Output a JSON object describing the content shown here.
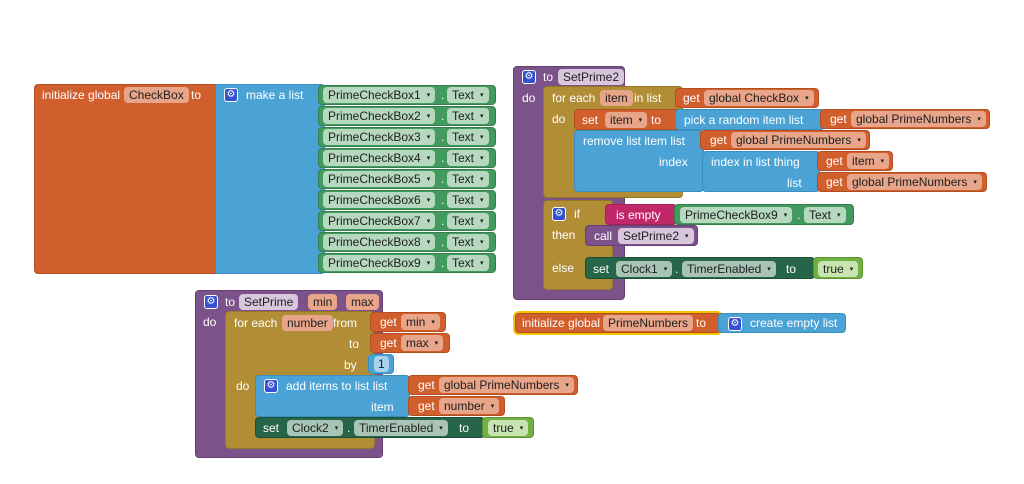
{
  "colors": {
    "variables": "#d05f2d",
    "lists": "#4aa3d4",
    "components": "#439a5e",
    "control": "#b18e35",
    "procedures": "#7c528a",
    "setter": "#266548",
    "text": "#c0286a",
    "logic": "#72b043",
    "selection": "#f7c400"
  },
  "init_checkbox": {
    "label_initialize": "initialize global",
    "var_name": "CheckBox",
    "label_to": "to",
    "make_list": "make a list",
    "items": [
      {
        "component": "PrimeCheckBox1",
        "property": "Text"
      },
      {
        "component": "PrimeCheckBox2",
        "property": "Text"
      },
      {
        "component": "PrimeCheckBox3",
        "property": "Text"
      },
      {
        "component": "PrimeCheckBox4",
        "property": "Text"
      },
      {
        "component": "PrimeCheckBox5",
        "property": "Text"
      },
      {
        "component": "PrimeCheckBox6",
        "property": "Text"
      },
      {
        "component": "PrimeCheckBox7",
        "property": "Text"
      },
      {
        "component": "PrimeCheckBox8",
        "property": "Text"
      },
      {
        "component": "PrimeCheckBox9",
        "property": "Text"
      }
    ],
    "dot": "."
  },
  "setprime2": {
    "to": "to",
    "name": "SetPrime2",
    "do": "do",
    "for_each": "for each",
    "loop_var": "item",
    "in_list": "in list",
    "get": "get",
    "global_checkbox": "global CheckBox",
    "inner_do": "do",
    "set": "set",
    "set_var": "item",
    "set_to": "to",
    "pick_random": "pick a random item  list",
    "global_primes": "global PrimeNumbers",
    "remove_item": "remove list item  list",
    "index": "index",
    "index_in_list": "index in list  thing",
    "list": "list",
    "get_item": "item",
    "if": "if",
    "is_empty": "is empty",
    "cb9": "PrimeCheckBox9",
    "text_prop": "Text",
    "then": "then",
    "call": "call",
    "call_name": "SetPrime2",
    "else": "else",
    "clock": "Clock1",
    "timer": "TimerEnabled",
    "true": "true"
  },
  "init_primes": {
    "label_initialize": "initialize global",
    "var_name": "PrimeNumbers",
    "label_to": "to",
    "create_empty": "create empty list"
  },
  "setprime": {
    "to": "to",
    "name": "SetPrime",
    "param1": "min",
    "param2": "max",
    "do": "do",
    "for_each": "for each",
    "loop_var": "number",
    "from": "from",
    "get": "get",
    "min": "min",
    "to_label": "to",
    "max": "max",
    "by": "by",
    "step": "1",
    "inner_do": "do",
    "add_items": "add items to list   list",
    "global_primes": "global PrimeNumbers",
    "item": "item",
    "number": "number",
    "set": "set",
    "clock": "Clock2",
    "timer": "TimerEnabled",
    "set_to": "to",
    "true": "true"
  },
  "dropdown_glyph": "▾",
  "gear_glyph": "⚙"
}
